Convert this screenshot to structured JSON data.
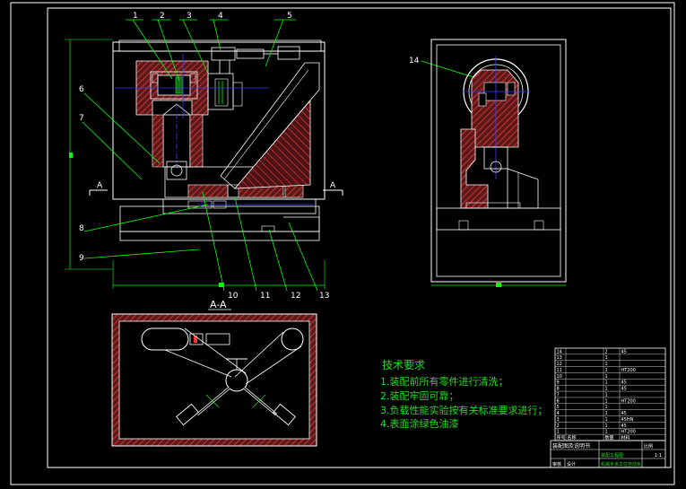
{
  "colors": {
    "background": "#000000",
    "frame": "#ffffff",
    "outline": "#ffffff",
    "section": "#b03030",
    "centerline": "#3b3bff",
    "leader": "#00ff00",
    "dim": "#00ff00",
    "text_green": "#22dd22",
    "hatch": "#ff3030"
  },
  "leaders": [
    {
      "label": "1"
    },
    {
      "label": "2"
    },
    {
      "label": "3"
    },
    {
      "label": "4"
    },
    {
      "label": "5"
    },
    {
      "label": "6"
    },
    {
      "label": "7"
    },
    {
      "label": "8"
    },
    {
      "label": "9"
    },
    {
      "label": "10"
    },
    {
      "label": "11"
    },
    {
      "label": "12"
    },
    {
      "label": "13"
    },
    {
      "label": "14"
    }
  ],
  "section_marks": {
    "left": "A",
    "right": "A",
    "view_label": "A-A"
  },
  "tech_notes": {
    "title": "技术要求",
    "lines": [
      "1.装配前所有零件进行清洗；",
      "2.装配牢固可靠；",
      "3.负载性能实验按有关标准要求进行；",
      "4.表面涂绿色油漆"
    ]
  },
  "title_block": {
    "rows": [
      [
        "14",
        "",
        "2",
        "45"
      ],
      [
        "13",
        "",
        "1",
        ""
      ],
      [
        "12",
        "",
        "1",
        ""
      ],
      [
        "11",
        "",
        "1",
        "HT200"
      ],
      [
        "10",
        "",
        "1",
        ""
      ],
      [
        "9",
        "",
        "1",
        "45"
      ],
      [
        "8",
        "",
        "1",
        "45"
      ],
      [
        "7",
        "",
        "1",
        ""
      ],
      [
        "6",
        "",
        "1",
        "HT200"
      ],
      [
        "5",
        "",
        "1",
        ""
      ],
      [
        "4",
        "",
        "1",
        "45"
      ],
      [
        "3",
        "",
        "1",
        "45HN"
      ],
      [
        "2",
        "",
        "1",
        "45"
      ],
      [
        "1",
        "",
        "1",
        "HT200"
      ]
    ],
    "header": [
      "序号",
      "名称",
      "数量",
      "材料"
    ],
    "school": "装配图及说明书",
    "title_line1": "装配工程图",
    "title_line2": "机械手多工位自动化",
    "scale_label": "比例",
    "sheet_label": "1:1",
    "designer": "设计",
    "checker": "审核"
  }
}
